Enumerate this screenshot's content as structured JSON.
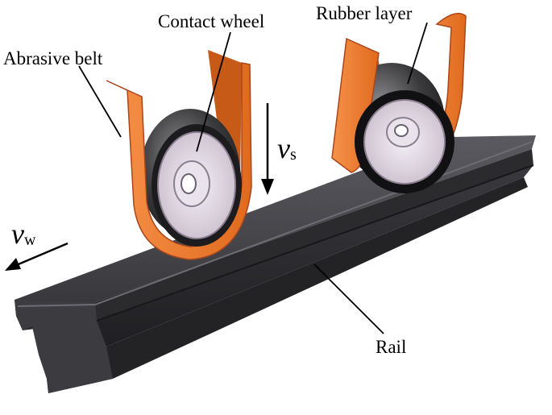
{
  "labels": {
    "abrasive_belt": "Abrasive belt",
    "contact_wheel": "Contact wheel",
    "rubber_layer": "Rubber layer",
    "rail": "Rail"
  },
  "symbols": {
    "vs": {
      "main": "v",
      "sub": "s"
    },
    "vw": {
      "main": "v",
      "sub": "w"
    }
  },
  "colors": {
    "belt_orange": "#f07a2c",
    "belt_dark": "#b8521a",
    "rail_dark": "#2c2c2f",
    "rail_top": "#4a4a4f",
    "wheel_face": "#d9d2dc",
    "rubber": "#1a1a1c"
  }
}
